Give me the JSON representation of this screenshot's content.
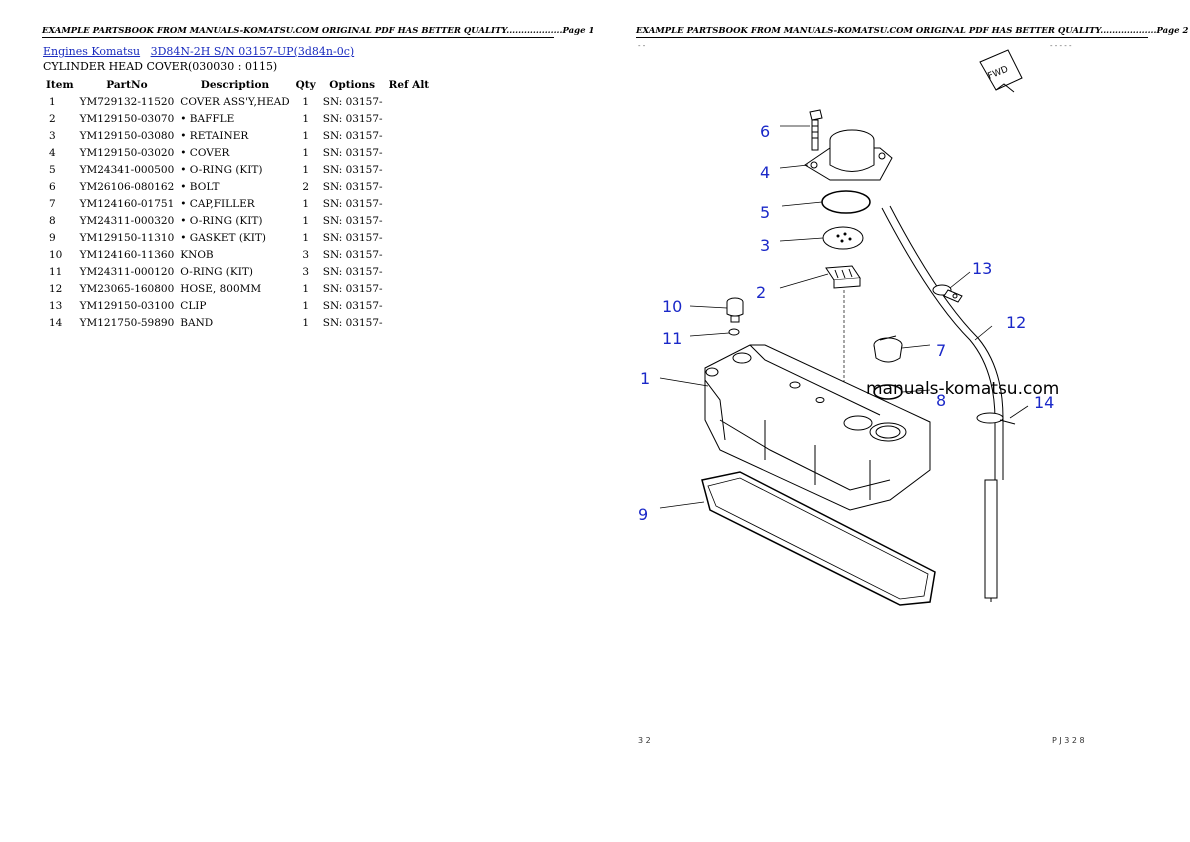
{
  "header": {
    "page1": "EXAMPLE PARTSBOOK FROM MANUALS-KOMATSU.COM ORIGINAL PDF HAS BETTER QUALITY...................Page 1",
    "page2": "EXAMPLE PARTSBOOK FROM MANUALS-KOMATSU.COM ORIGINAL PDF HAS BETTER QUALITY...................Page 2"
  },
  "breadcrumb": {
    "link1": "Engines Komatsu",
    "link2": "3D84N-2H S/N 03157-UP(3d84n-0c)"
  },
  "section_title": "CYLINDER HEAD COVER(030030 : 0115)",
  "table": {
    "headers": [
      "Item",
      "PartNo",
      "Description",
      "Qty",
      "Options",
      "Ref Alt"
    ],
    "rows": [
      [
        "1",
        "YM729132-11520",
        "COVER ASS'Y,HEAD",
        "1",
        "SN: 03157-",
        ""
      ],
      [
        "2",
        "YM129150-03070",
        "• BAFFLE",
        "1",
        "SN: 03157-",
        ""
      ],
      [
        "3",
        "YM129150-03080",
        "• RETAINER",
        "1",
        "SN: 03157-",
        ""
      ],
      [
        "4",
        "YM129150-03020",
        "• COVER",
        "1",
        "SN: 03157-",
        ""
      ],
      [
        "5",
        "YM24341-000500",
        "• O-RING (KIT)",
        "1",
        "SN: 03157-",
        ""
      ],
      [
        "6",
        "YM26106-080162",
        "• BOLT",
        "2",
        "SN: 03157-",
        ""
      ],
      [
        "7",
        "YM124160-01751",
        "• CAP,FILLER",
        "1",
        "SN: 03157-",
        ""
      ],
      [
        "8",
        "YM24311-000320",
        "• O-RING (KIT)",
        "1",
        "SN: 03157-",
        ""
      ],
      [
        "9",
        "YM129150-11310",
        "• GASKET (KIT)",
        "1",
        "SN: 03157-",
        ""
      ],
      [
        "10",
        "YM124160-11360",
        "KNOB",
        "3",
        "SN: 03157-",
        ""
      ],
      [
        "11",
        "YM24311-000120",
        "O-RING (KIT)",
        "3",
        "SN: 03157-",
        ""
      ],
      [
        "12",
        "YM23065-160800",
        "HOSE, 800MM",
        "1",
        "SN: 03157-",
        ""
      ],
      [
        "13",
        "YM129150-03100",
        "CLIP",
        "1",
        "SN: 03157-",
        ""
      ],
      [
        "14",
        "YM121750-59890",
        "BAND",
        "1",
        "SN: 03157-",
        ""
      ]
    ]
  },
  "diagram": {
    "watermark": "manuals-komatsu.com",
    "fwd_label": "FWD",
    "callouts": [
      "1",
      "2",
      "3",
      "4",
      "5",
      "6",
      "7",
      "8",
      "9",
      "10",
      "11",
      "12",
      "13",
      "14"
    ],
    "callout_color": "#1a28c8"
  },
  "footer": {
    "left_mark": "3 2",
    "right_mark": "P J 3 2 8"
  }
}
